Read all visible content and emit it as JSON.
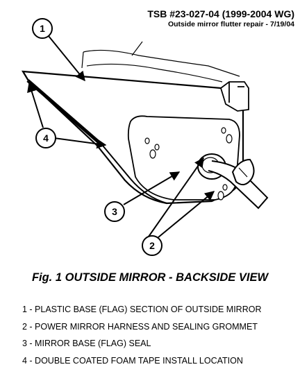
{
  "header": {
    "title": "TSB #23-027-04 (1999-2004 WG)",
    "subtitle": "Outside mirror flutter repair - 7/19/04"
  },
  "callouts": [
    {
      "number": "1"
    },
    {
      "number": "2"
    },
    {
      "number": "3"
    },
    {
      "number": "4"
    }
  ],
  "caption": "Fig. 1 OUTSIDE MIRROR - BACKSIDE VIEW",
  "legend": [
    "1 - PLASTIC BASE (FLAG) SECTION OF OUTSIDE MIRROR",
    "2 - POWER MIRROR HARNESS AND SEALING GROMMET",
    "3 - MIRROR BASE (FLAG) SEAL",
    "4 - DOUBLE COATED FOAM TAPE INSTALL LOCATION"
  ]
}
